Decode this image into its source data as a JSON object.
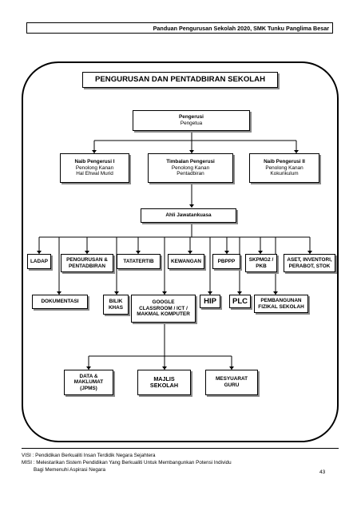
{
  "header": {
    "text": "Panduan Pengurusan Sekolah 2020, SMK Tunku Panglima Besar"
  },
  "chart": {
    "title": "PENGURUSAN DAN PENTADBIRAN SEKOLAH",
    "pengerusi": {
      "title": "Pengerusi",
      "subtitle": "Pengetua"
    },
    "naib1": {
      "title": "Naib Pengerusi I",
      "line1": "Penolong Kanan",
      "line2": "Hal Ehwal Murid"
    },
    "timbalan": {
      "title": "Timbalan Pengerusi",
      "line1": "Penolong Kanan",
      "line2": "Pentadbiran"
    },
    "naib2": {
      "title": "Naib Pengerusi II",
      "line1": "Penolong Kanan",
      "line2": "Kokurikulum"
    },
    "ajk": "Ahli Jawatankuasa",
    "row1": {
      "ladap": "LADAP",
      "pengurusan": [
        "PENGURUSAN &",
        "PENTADBIRAN"
      ],
      "tatatertib": "TATATERTIB",
      "kewangan": "KEWANGAN",
      "pbppp": "PBPPP",
      "skpmg": [
        "SKPMG2 /",
        "PKB"
      ],
      "aset": [
        "ASET, INVENTORI,",
        "PERABOT, STOK"
      ]
    },
    "row2": {
      "dokumentasi": "DOKUMENTASI",
      "bilik": [
        "BILIK",
        "KHAS"
      ],
      "google": [
        "GOOGLE",
        "CLASSROOM / ICT /",
        "MAKMAL KOMPUTER"
      ],
      "hip": "HIP",
      "plc": "PLC",
      "pembangunan": [
        "PEMBANGUNAN",
        "FIZIKAL SEKOLAH"
      ]
    },
    "row3": {
      "data": [
        "DATA &",
        "MAKLUMAT",
        "(JPMS)"
      ],
      "majlis": [
        "MAJLIS",
        "SEKOLAH"
      ],
      "mesyuarat": [
        "MESYUARAT",
        "GURU"
      ]
    }
  },
  "footer": {
    "visi": "VISI  : Pendidikan Berkualiti Insan Terdidik Negara Sejahtera",
    "misi": "MISI : Melestarikan Sistem Pendidikan Yang Berkualiti Untuk Membangunkan Potensi Individu",
    "misi2": "Bagi Memenuhi Aspirasi Negara",
    "page": "43"
  }
}
